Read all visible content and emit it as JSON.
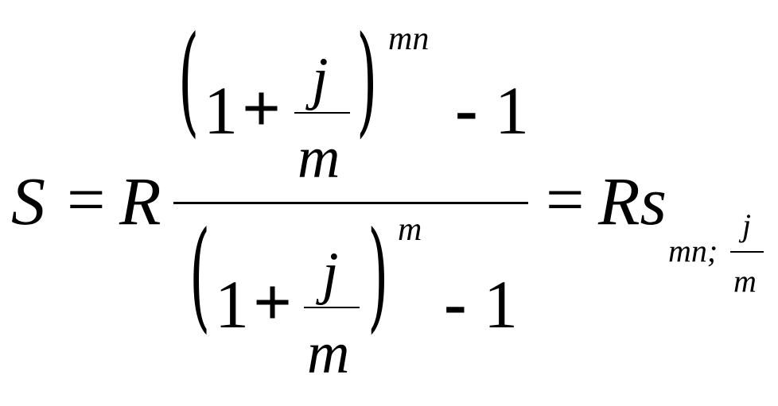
{
  "formula": {
    "lhs": "S",
    "eq1": "=",
    "coef": "R",
    "numerator": {
      "one": "1",
      "plus": "+",
      "frac_num": "j",
      "frac_den": "m",
      "exponent": "mn",
      "minus": "-",
      "minus_one": "1"
    },
    "denominator": {
      "one": "1",
      "plus": "+",
      "frac_num": "j",
      "frac_den": "m",
      "exponent": "m",
      "minus": "-",
      "minus_one": "1"
    },
    "eq2": "=",
    "rhs": "Rs",
    "subscript": {
      "prefix": "mn;",
      "frac_num": "j",
      "frac_den": "m"
    },
    "paren_left": "(",
    "paren_right": ")"
  }
}
